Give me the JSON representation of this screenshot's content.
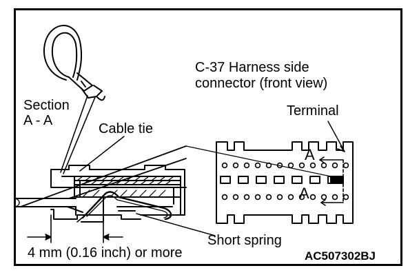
{
  "labels": {
    "section_line1": "Section",
    "section_line2": "A - A",
    "cable_tie": "Cable tie",
    "connector_line1": "C-37 Harness side",
    "connector_line2": "connector (front view)",
    "terminal": "Terminal",
    "arrow_a_upper": "A",
    "arrow_a_lower": "A",
    "short_spring": "Short spring",
    "dimension": "4 mm (0.16 inch) or more",
    "figure_code": "AC507302BJ"
  }
}
